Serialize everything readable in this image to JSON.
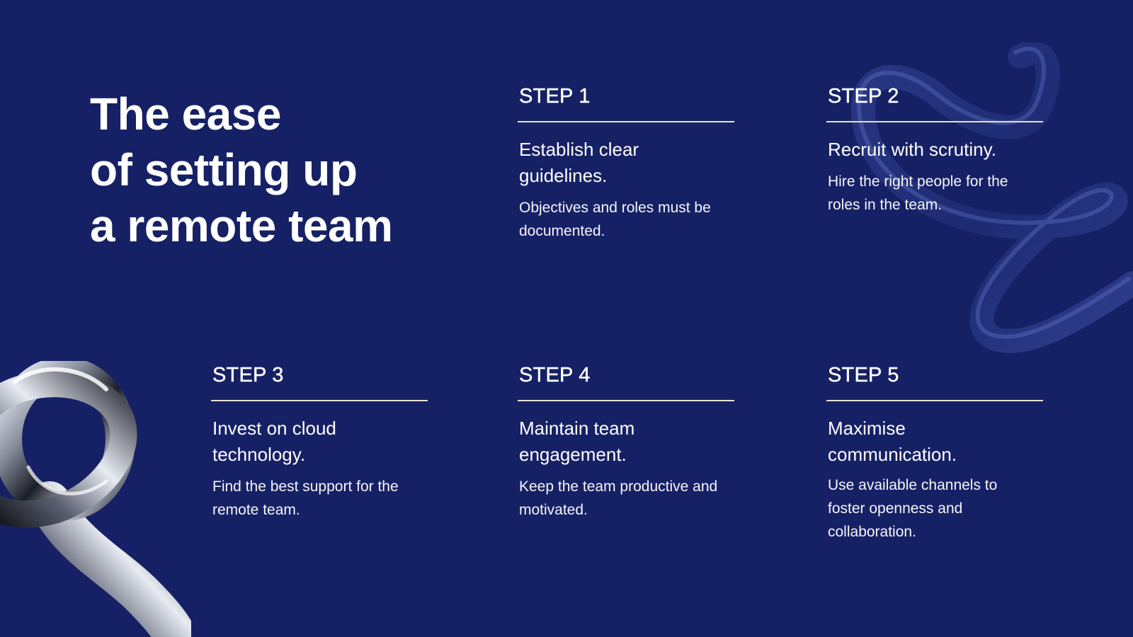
{
  "slide": {
    "title_lines": [
      "The ease",
      "of setting up",
      "a remote team"
    ],
    "steps": [
      {
        "label": "STEP 1",
        "heading_lines": [
          "Establish clear",
          "guidelines."
        ],
        "body_lines": [
          "Objectives and roles must be",
          "documented."
        ]
      },
      {
        "label": "STEP 2",
        "heading_lines": [
          "Recruit with scrutiny."
        ],
        "body_lines": [
          "Hire the right people for the",
          "roles in the team."
        ]
      },
      {
        "label": "STEP 3",
        "heading_lines": [
          "Invest on cloud",
          "technology."
        ],
        "body_lines": [
          "Find the best support for the",
          "remote team."
        ]
      },
      {
        "label": "STEP 4",
        "heading_lines": [
          "Maintain team",
          "engagement."
        ],
        "body_lines": [
          "Keep the team productive and",
          "motivated."
        ]
      },
      {
        "label": "STEP 5",
        "heading_lines": [
          "Maximise",
          "communication."
        ],
        "body_lines": [
          "Use available channels to",
          "foster openness and",
          "collaboration."
        ]
      }
    ]
  },
  "colors": {
    "background": "#162165",
    "text": "#ffffff",
    "divider": "#e6e2d6"
  },
  "decorations": {
    "top_right": "glass-tube-swirl-graphic",
    "bottom_left": "chrome-knot-graphic"
  }
}
